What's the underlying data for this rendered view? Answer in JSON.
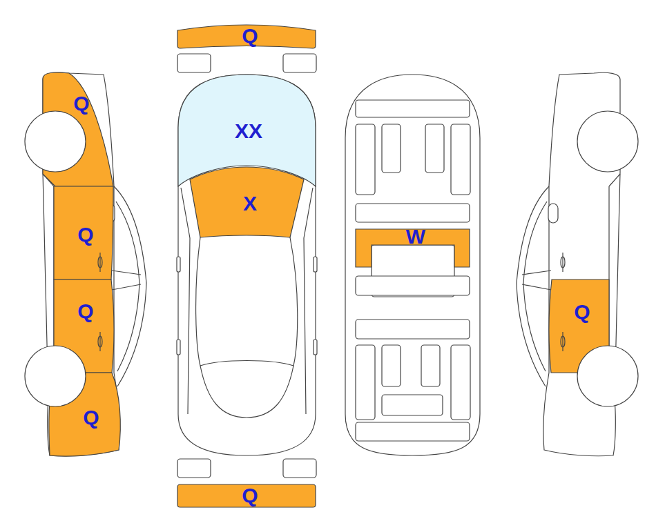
{
  "diagram": {
    "nodes": [
      {
        "text": [
          "Q"
        ]
      },
      {
        "text": [
          "Q"
        ]
      },
      {
        "text": [
          "XX"
        ]
      },
      {
        "text": [
          "X"
        ]
      },
      {
        "text": [
          "Q"
        ]
      },
      {
        "text": [
          "W"
        ]
      },
      {
        "text": [
          "Q"
        ]
      },
      {
        "text": [
          "Q"
        ]
      },
      {
        "text": [
          "Q"
        ]
      },
      {
        "text": [
          "Q"
        ]
      }
    ]
  }
}
